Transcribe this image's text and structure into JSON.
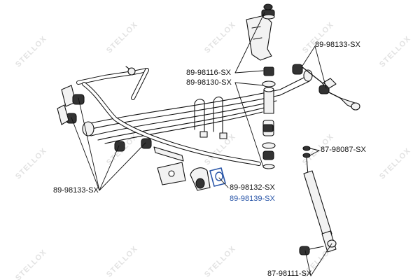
{
  "watermark": {
    "text": "STELLOX"
  },
  "labels": {
    "l1": "89-98133-SX",
    "l2": "89-98116-SX",
    "l3": "89-98130-SX",
    "l4": "87-98087-SX",
    "l5": "89-98133-SX",
    "l6": "89-98132-SX",
    "l7": "89-98139-SX",
    "l8": "87-98111-SX"
  },
  "colors": {
    "highlight": "#2a56a8",
    "line": "#111111",
    "part_fill": "#f2f2f2",
    "bushing": "#333333"
  }
}
